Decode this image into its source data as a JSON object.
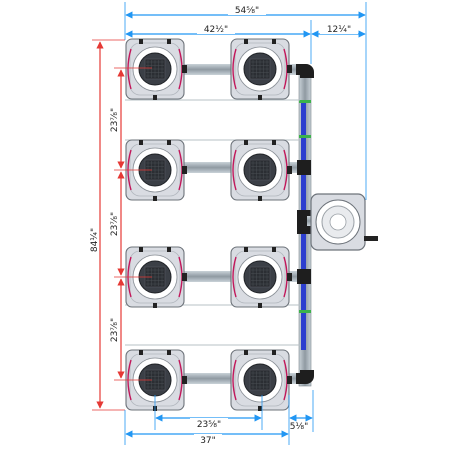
{
  "dimensions": {
    "overall_width": "54⅝\"",
    "pot_span_width": "42½\"",
    "controller_offset": "12¼\"",
    "overall_height": "84¼\"",
    "row_spacing_1": "23⅞\"",
    "row_spacing_2": "23⅞\"",
    "row_spacing_3": "23⅞\"",
    "column_spacing": "23⅝\"",
    "base_width": "37\"",
    "pipe_gap": "5⅛\""
  },
  "colors": {
    "dimension_line": "#2196f3",
    "height_line": "#e53935",
    "pot_body": "#d9dce2",
    "pot_lid": "#3b3f46",
    "tube": "#c2185b",
    "pipe": "#9aa5ad",
    "drain_line": "#2d3fcf",
    "fitting": "#222222"
  }
}
